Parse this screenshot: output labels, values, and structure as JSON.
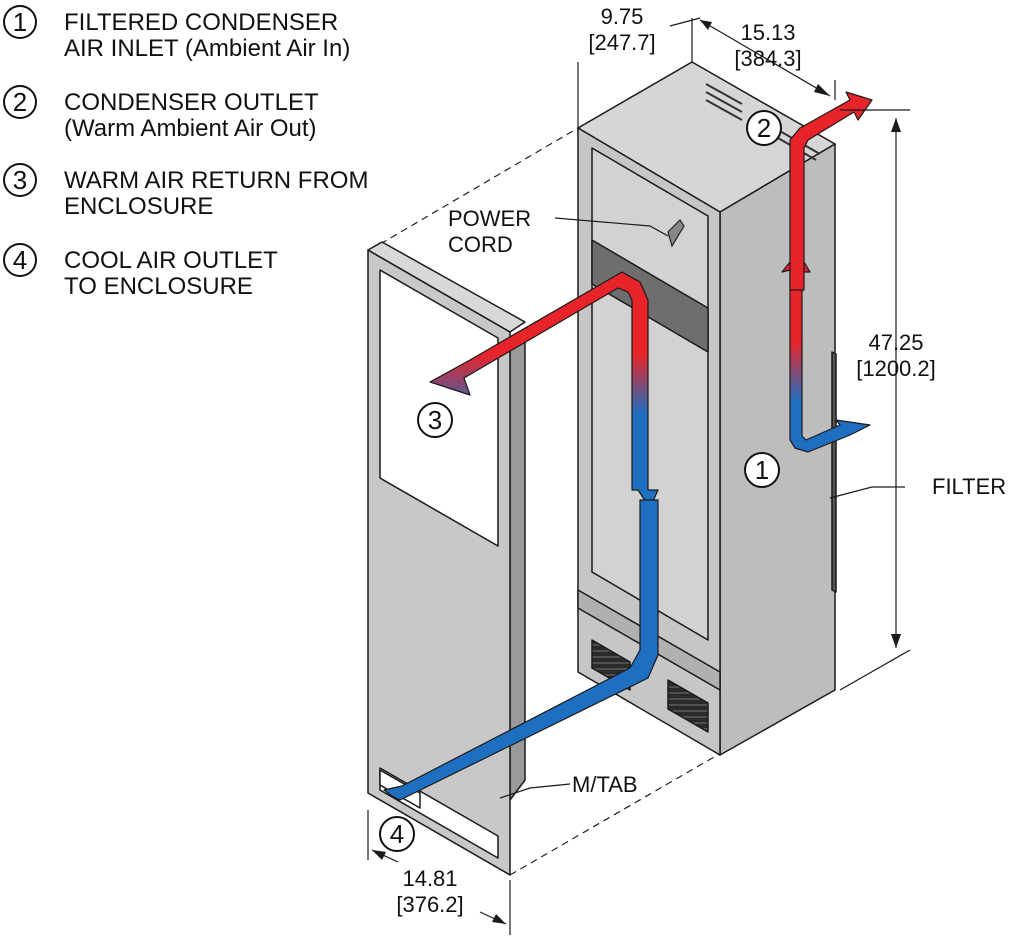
{
  "legend": [
    {
      "num": "1",
      "line1": "FILTERED CONDENSER",
      "line2": "AIR INLET (Ambient Air In)"
    },
    {
      "num": "2",
      "line1": "CONDENSER OUTLET",
      "line2": "(Warm Ambient Air Out)"
    },
    {
      "num": "3",
      "line1": "WARM AIR RETURN FROM",
      "line2": "ENCLOSURE"
    },
    {
      "num": "4",
      "line1": "COOL AIR OUTLET",
      "line2": "TO ENCLOSURE"
    }
  ],
  "dimensions": {
    "depth": {
      "inch": "9.75",
      "mm": "[247.7]"
    },
    "width": {
      "inch": "15.13",
      "mm": "[384.3]"
    },
    "height": {
      "inch": "47.25",
      "mm": "[1200.2]"
    },
    "door_width": {
      "inch": "14.81",
      "mm": "[376.2]"
    }
  },
  "callouts": {
    "power_cord_1": "POWER",
    "power_cord_2": "CORD",
    "filter": "FILTER",
    "mtab": "M/TAB"
  },
  "markers": {
    "m1": "1",
    "m2": "2",
    "m3": "3",
    "m4": "4"
  },
  "colors": {
    "warm": "#e8242a",
    "cool": "#1e6fc0",
    "panel": "#c8c8c8",
    "panel_dark": "#a8a8a8",
    "outline": "#1a1a1a"
  }
}
